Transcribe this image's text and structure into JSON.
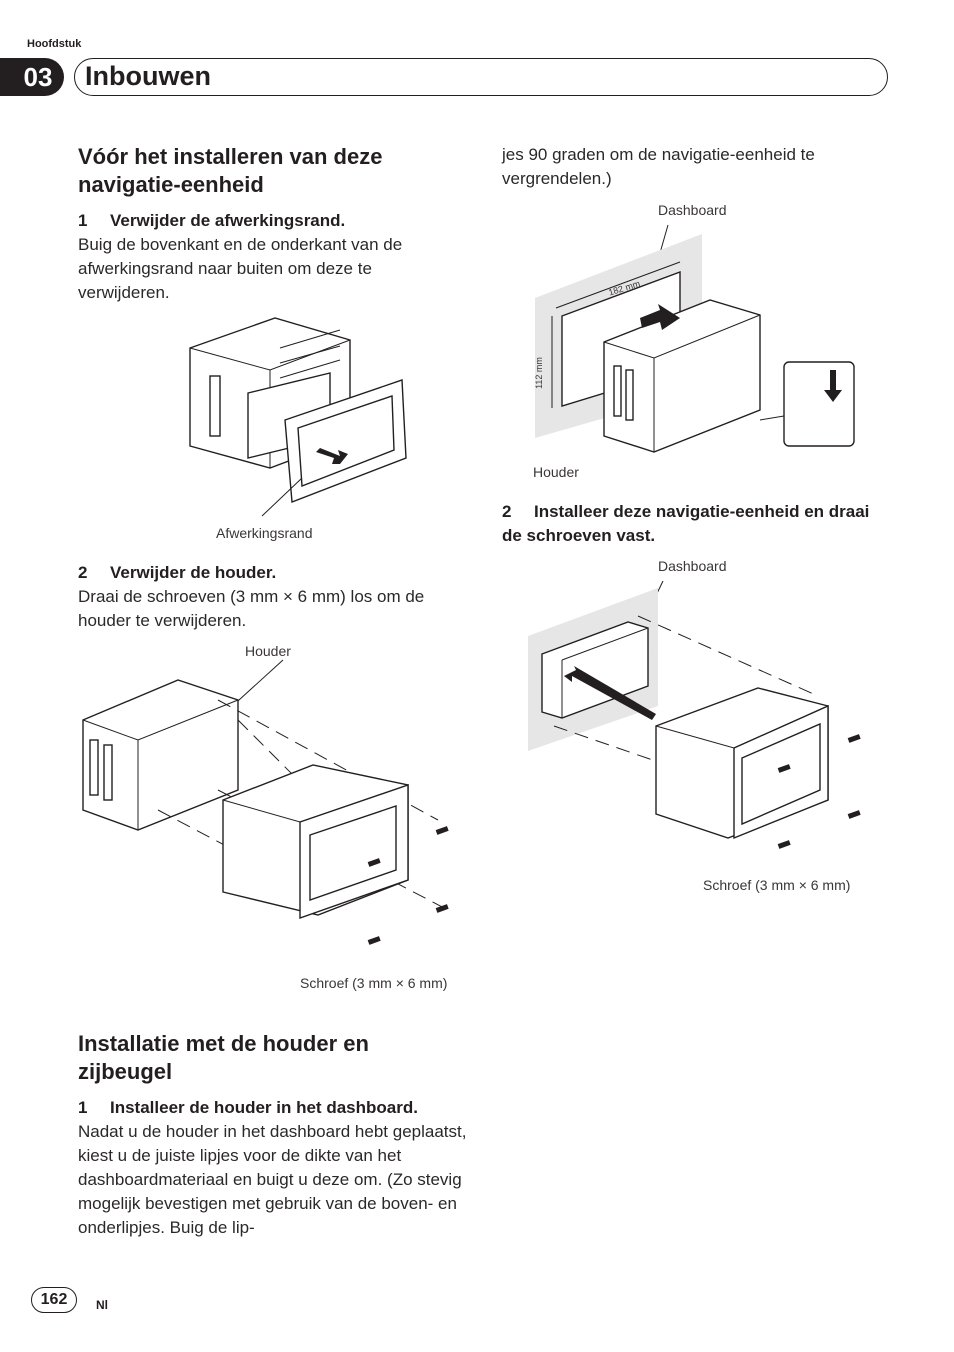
{
  "header": {
    "chapter_label": "Hoofdstuk",
    "chapter_number": "03",
    "chapter_title": "Inbouwen"
  },
  "left": {
    "section1": {
      "title": "Vóór het installeren van deze navigatie-eenheid",
      "step1": {
        "num": "1",
        "title": "Verwijder de afwerkingsrand.",
        "body": "Buig de bovenkant en de onderkant van de afwerkingsrand naar buiten om deze te verwijderen."
      },
      "fig1_caption": "Afwerkingsrand",
      "step2": {
        "num": "2",
        "title": "Verwijder de houder.",
        "body": "Draai de schroeven (3 mm × 6 mm) los om de houder te verwijderen."
      },
      "fig2_label_top": "Houder",
      "fig2_caption": "Schroef (3 mm × 6 mm)"
    },
    "section2": {
      "title": "Installatie met de houder en zijbeugel",
      "step1": {
        "num": "1",
        "title": "Installeer de houder in het dashboard.",
        "body": "Nadat u de houder in het dashboard hebt geplaatst, kiest u de juiste lipjes voor de dikte van het dashboardmateriaal en buigt u deze om. (Zo stevig mogelijk bevestigen met gebruik van de boven- en onderlipjes. Buig de lip-"
      }
    }
  },
  "right": {
    "continuation": "jes 90 graden om de navigatie-eenheid te vergrendelen.)",
    "fig3": {
      "label_dashboard": "Dashboard",
      "label_182": "182 mm",
      "label_112": "112 mm",
      "label_houder": "Houder"
    },
    "step2": {
      "num": "2",
      "title": "Installeer deze navigatie-eenheid en draai de schroeven vast."
    },
    "fig4": {
      "label_dashboard": "Dashboard",
      "caption": "Schroef (3 mm × 6 mm)"
    }
  },
  "footer": {
    "page_number": "162",
    "language": "Nl"
  }
}
